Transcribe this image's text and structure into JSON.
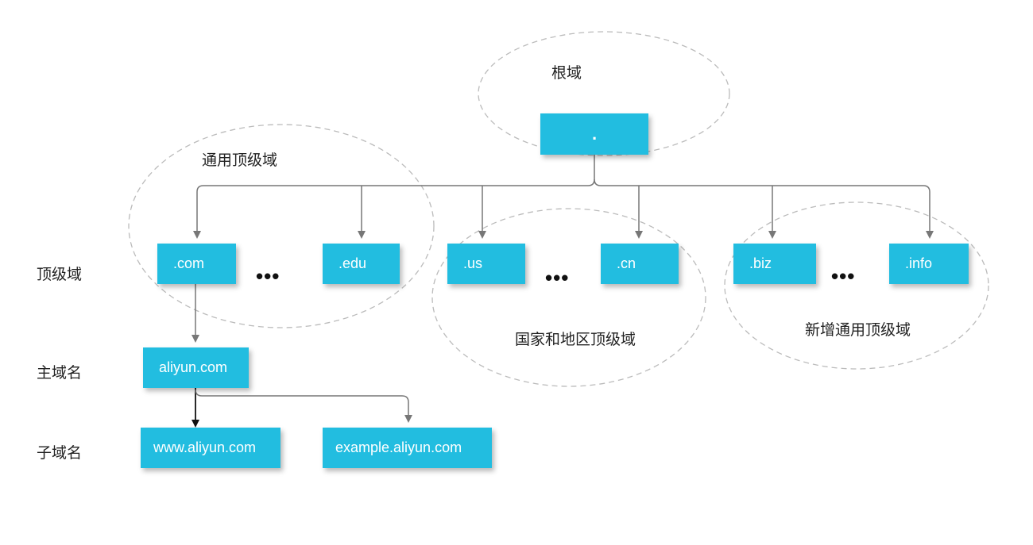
{
  "group_labels": {
    "root": "根域",
    "generic_tld": "通用顶级域",
    "country_tld": "国家和地区顶级域",
    "new_generic_tld": "新增通用顶级域"
  },
  "row_labels": {
    "tld": "顶级域",
    "primary_domain": "主域名",
    "subdomain": "子域名"
  },
  "nodes": {
    "root": ".",
    "com": ".com",
    "edu": ".edu",
    "us": ".us",
    "cn": ".cn",
    "biz": ".biz",
    "info": ".info",
    "aliyun": "aliyun.com",
    "www": "www.aliyun.com",
    "example": "example.aliyun.com"
  },
  "ellipsis": "•••",
  "colors": {
    "node_fill": "#22bde0",
    "node_text": "#ffffff",
    "connector": "#777777",
    "group_outline": "#bbbbbb"
  }
}
